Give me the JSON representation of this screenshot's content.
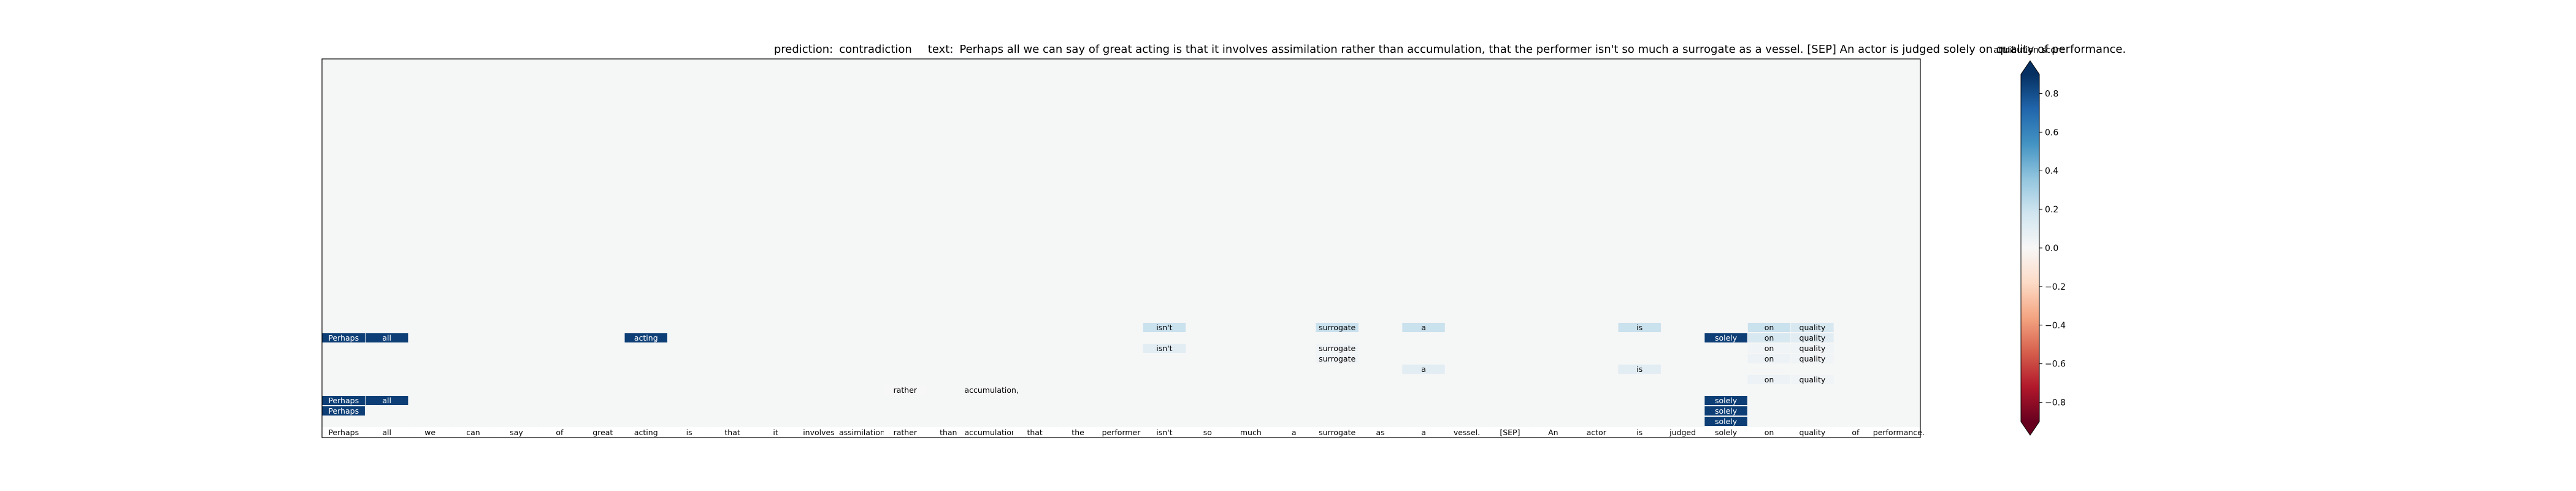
{
  "header": {
    "prediction_label": "prediction:",
    "prediction_value": "contradiction",
    "text_label": "text:",
    "text_value": "Perhaps all we can say of great acting is that it involves assimilation rather than accumulation, that the performer isn't so much a surrogate as a vessel. [SEP] An actor is judged solely on quality of performance."
  },
  "chart_data": {
    "type": "heatmap",
    "tokens": [
      "Perhaps",
      "all",
      "we",
      "can",
      "say",
      "of",
      "great",
      "acting",
      "is",
      "that",
      "it",
      "involves",
      "assimilation",
      "rather",
      "than",
      "accumulation,",
      "that",
      "the",
      "performer",
      "isn't",
      "so",
      "much",
      "a",
      "surrogate",
      "as",
      "a",
      "vessel.",
      "[SEP]",
      "An",
      "actor",
      "is",
      "judged",
      "solely",
      "on",
      "quality",
      "of",
      "performance."
    ],
    "cells": [
      {
        "row": 1,
        "col": 19,
        "text": "isn't",
        "value": 0.2
      },
      {
        "row": 1,
        "col": 23,
        "text": "surrogate",
        "value": 0.2
      },
      {
        "row": 1,
        "col": 25,
        "text": "a",
        "value": 0.2
      },
      {
        "row": 1,
        "col": 30,
        "text": "is",
        "value": 0.2
      },
      {
        "row": 1,
        "col": 33,
        "text": "on",
        "value": 0.2
      },
      {
        "row": 1,
        "col": 34,
        "text": "quality",
        "value": 0.15
      },
      {
        "row": 2,
        "col": 0,
        "text": "Perhaps",
        "value": 0.85
      },
      {
        "row": 2,
        "col": 1,
        "text": "all",
        "value": 0.85
      },
      {
        "row": 2,
        "col": 7,
        "text": "acting",
        "value": 0.85
      },
      {
        "row": 2,
        "col": 32,
        "text": "solely",
        "value": 0.85
      },
      {
        "row": 2,
        "col": 33,
        "text": "on",
        "value": 0.15
      },
      {
        "row": 2,
        "col": 34,
        "text": "quality",
        "value": 0.1
      },
      {
        "row": 3,
        "col": 19,
        "text": "isn't",
        "value": 0.1
      },
      {
        "row": 3,
        "col": 23,
        "text": "surrogate",
        "value": 0.03
      },
      {
        "row": 3,
        "col": 33,
        "text": "on",
        "value": 0.03
      },
      {
        "row": 3,
        "col": 34,
        "text": "quality",
        "value": 0.03
      },
      {
        "row": 4,
        "col": 23,
        "text": "surrogate",
        "value": 0.03
      },
      {
        "row": 4,
        "col": 33,
        "text": "on",
        "value": 0.05
      },
      {
        "row": 4,
        "col": 34,
        "text": "quality",
        "value": 0.03
      },
      {
        "row": 5,
        "col": 25,
        "text": "a",
        "value": 0.1
      },
      {
        "row": 5,
        "col": 30,
        "text": "is",
        "value": 0.1
      },
      {
        "row": 6,
        "col": 33,
        "text": "on",
        "value": 0.05
      },
      {
        "row": 6,
        "col": 34,
        "text": "quality",
        "value": 0.03
      },
      {
        "row": 7,
        "col": 13,
        "text": "rather",
        "value": 0.0
      },
      {
        "row": 7,
        "col": 15,
        "text": "accumulation,",
        "value": 0.0
      },
      {
        "row": 8,
        "col": 0,
        "text": "Perhaps",
        "value": 0.85
      },
      {
        "row": 8,
        "col": 1,
        "text": "all",
        "value": 0.85
      },
      {
        "row": 8,
        "col": 32,
        "text": "solely",
        "value": 0.85
      },
      {
        "row": 9,
        "col": 0,
        "text": "Perhaps",
        "value": 0.85
      },
      {
        "row": 9,
        "col": 32,
        "text": "solely",
        "value": 0.85
      },
      {
        "row": 10,
        "col": 32,
        "text": "solely",
        "value": 0.85
      }
    ],
    "colorbar": {
      "label": "attribution score",
      "ticks": [
        "0.8",
        "0.6",
        "0.4",
        "0.2",
        "0.0",
        "−0.2",
        "−0.4",
        "−0.6",
        "−0.8"
      ],
      "range": [
        -0.9,
        0.9
      ],
      "colormap": "RdBu",
      "extend": "both"
    },
    "background_color": "#f5f6f6"
  }
}
